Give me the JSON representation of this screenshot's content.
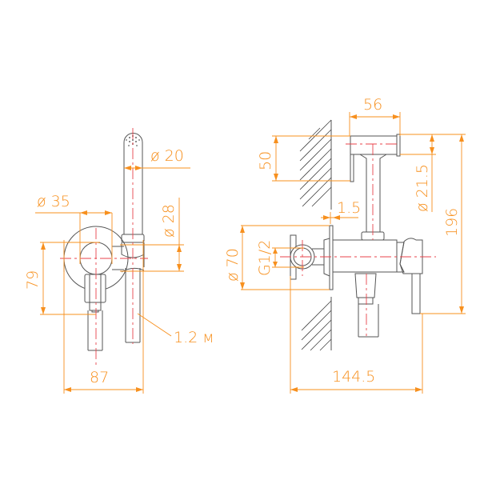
{
  "colors": {
    "dimension": "#f7901e",
    "centerline": "#e8434b",
    "outline": "#555555",
    "background": "#ffffff"
  },
  "front_view": {
    "dimensions": {
      "spray_diameter": "ø 20",
      "valve_diameter": "ø 35",
      "holder_diameter": "ø 28",
      "height": "79",
      "width": "87",
      "hose_length": "1.2 м"
    }
  },
  "side_view": {
    "dimensions": {
      "spray_head_length": "56",
      "holder_height": "50",
      "spray_diameter": "ø 21.5",
      "wall_gap": "1.5",
      "total_height": "196",
      "flange_diameter": "ø 70",
      "thread": "G1/2",
      "total_depth": "144.5"
    }
  }
}
